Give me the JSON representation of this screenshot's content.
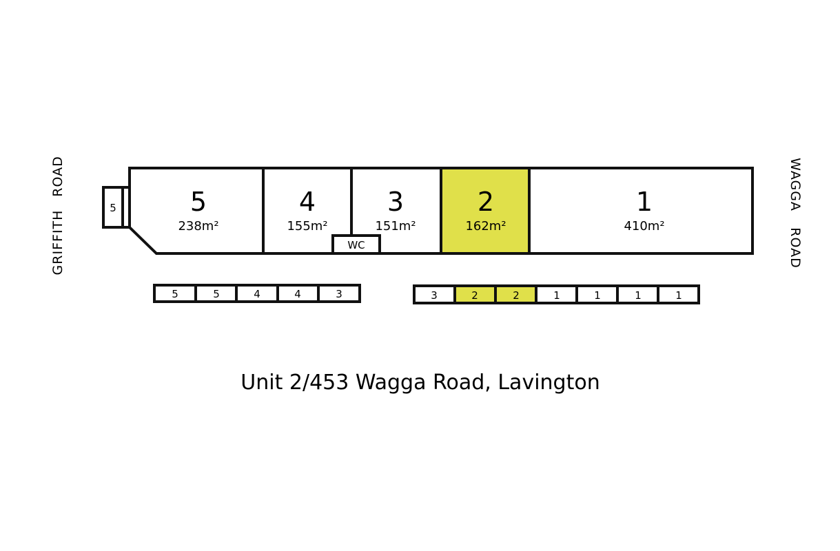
{
  "roads": {
    "left_top": "ROAD",
    "left_bottom": "GRIFFITH",
    "right_top": "WAGGA",
    "right_bottom": "ROAD"
  },
  "colors": {
    "highlight": "#e0e04a",
    "stroke": "#111111",
    "background": "#ffffff"
  },
  "units": [
    {
      "number": "5",
      "area": "238m²",
      "highlight": false
    },
    {
      "number": "4",
      "area": "155m²",
      "highlight": false
    },
    {
      "number": "3",
      "area": "151m²",
      "highlight": false
    },
    {
      "number": "2",
      "area": "162m²",
      "highlight": true
    },
    {
      "number": "1",
      "area": "410m²",
      "highlight": false
    }
  ],
  "small_store_label": "5",
  "wc_label": "WC",
  "parking_left": [
    {
      "label": "5",
      "highlight": false
    },
    {
      "label": "5",
      "highlight": false
    },
    {
      "label": "4",
      "highlight": false
    },
    {
      "label": "4",
      "highlight": false
    },
    {
      "label": "3",
      "highlight": false
    }
  ],
  "parking_right": [
    {
      "label": "3",
      "highlight": false
    },
    {
      "label": "2",
      "highlight": true
    },
    {
      "label": "2",
      "highlight": true
    },
    {
      "label": "1",
      "highlight": false
    },
    {
      "label": "1",
      "highlight": false
    },
    {
      "label": "1",
      "highlight": false
    },
    {
      "label": "1",
      "highlight": false
    }
  ],
  "address": "Unit 2/453 Wagga Road, Lavington"
}
